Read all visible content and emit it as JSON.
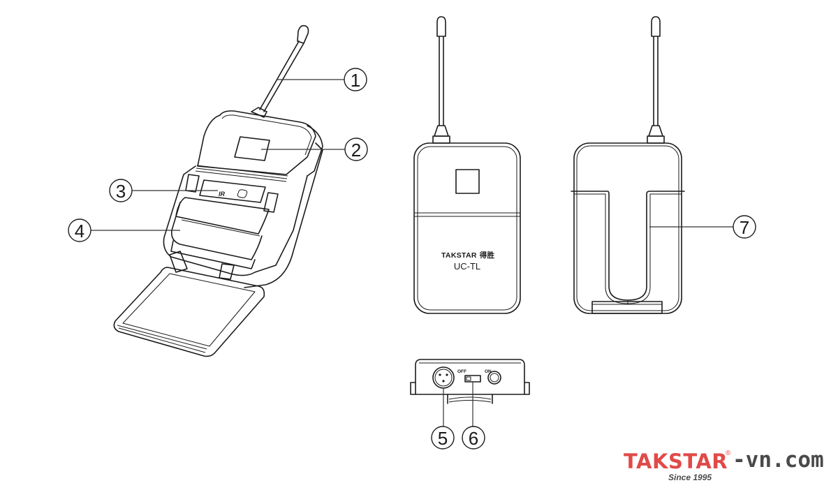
{
  "diagram": {
    "product_model": "UC-TL",
    "brand_on_device": "TAKSTAR",
    "brand_chinese": "得胜",
    "views": [
      {
        "id": "perspective-open",
        "description": "Perspective view with battery door open"
      },
      {
        "id": "front",
        "description": "Front view"
      },
      {
        "id": "back",
        "description": "Back view with belt clip"
      },
      {
        "id": "bottom",
        "description": "Bottom panel view"
      }
    ],
    "callouts": [
      {
        "number": "1",
        "glyph": "①",
        "part": "antenna"
      },
      {
        "number": "2",
        "glyph": "②",
        "part": "display-window"
      },
      {
        "number": "3",
        "glyph": "③",
        "part": "ir-sensor"
      },
      {
        "number": "4",
        "glyph": "④",
        "part": "battery-compartment"
      },
      {
        "number": "5",
        "glyph": "⑤",
        "part": "mini-xlr-input"
      },
      {
        "number": "6",
        "glyph": "⑥",
        "part": "power-switch"
      },
      {
        "number": "7",
        "glyph": "⑦",
        "part": "belt-clip"
      }
    ],
    "labels": {
      "ir": "IR",
      "off": "OFF",
      "on": "ON"
    }
  },
  "watermark": {
    "brand": "TAKSTAR",
    "registered": "®",
    "domain": "-vn.com",
    "tagline": "Since 1995",
    "brand_color": "#e04a48",
    "text_color": "#4a4a4a"
  }
}
